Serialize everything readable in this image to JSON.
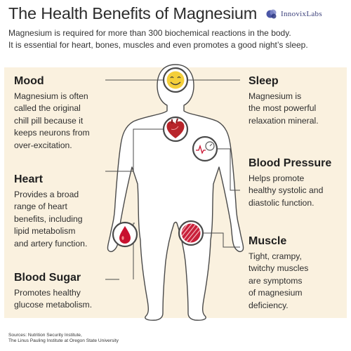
{
  "header": {
    "title": "The Health Benefits of Magnesium",
    "logo_text": "InnovixLabs",
    "subtitle_line1": "Magnesium is required for more than 300 biochemical reactions in the body.",
    "subtitle_line2": "It is essential for heart, bones, muscles and even promotes a good night’s sleep."
  },
  "benefits": {
    "mood": {
      "title": "Mood",
      "lines": [
        "Magnesium is often",
        "called the original",
        "chill pill because it",
        "keeps neurons from",
        "over-excitation."
      ]
    },
    "heart": {
      "title": "Heart",
      "lines": [
        "Provides a broad",
        "range of heart",
        "benefits, including",
        "lipid metabolism",
        "and artery function."
      ]
    },
    "blood_sugar": {
      "title": "Blood Sugar",
      "lines": [
        "Promotes healthy",
        "glucose metabolism."
      ]
    },
    "sleep": {
      "title": "Sleep",
      "lines": [
        "Magnesium is",
        "the most powerful",
        "relaxation mineral."
      ]
    },
    "blood_pressure": {
      "title": "Blood Pressure",
      "lines": [
        "Helps promote",
        "healthy systolic and",
        "diastolic function."
      ]
    },
    "muscle": {
      "title": "Muscle",
      "lines": [
        "Tight, crampy,",
        "twitchy muscles",
        "are symptoms",
        "of magnesium",
        "deficiency."
      ]
    }
  },
  "footer": {
    "sources_line1": "Sources: Nutrition Security Institute,",
    "sources_line2": "The Linus Pauling Institute at Oregon State University"
  },
  "colors": {
    "panel": "#faf1df",
    "icon_ring": "#4a4a4a",
    "heart": "#b8242a",
    "blood": "#c8102e",
    "smiley": "#f4cf3a"
  }
}
